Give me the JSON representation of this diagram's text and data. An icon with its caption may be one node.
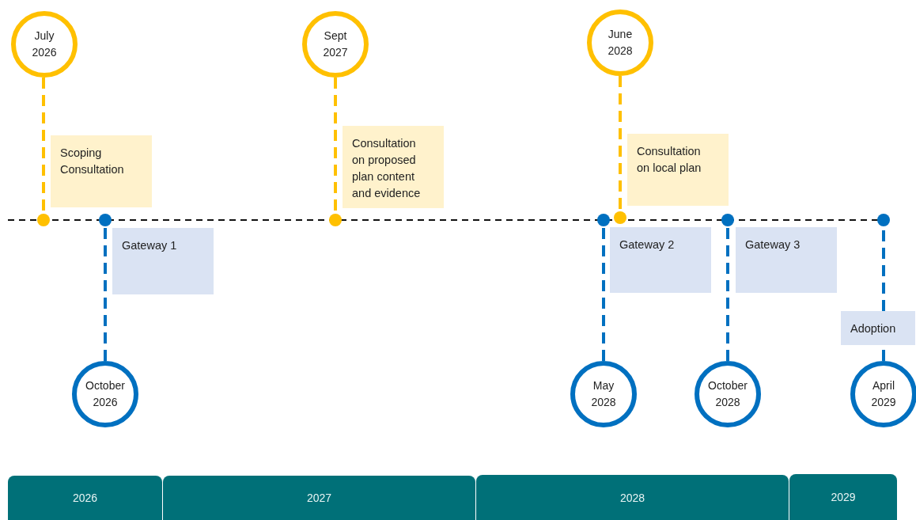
{
  "diagram": {
    "nodes": [
      {
        "text": [
          "July 2026"
        ]
      },
      {
        "text": [
          "Sept 2027"
        ]
      },
      {
        "text": [
          "June 2028"
        ]
      },
      {
        "text": [
          "Scoping Consultation"
        ]
      },
      {
        "text": [
          "Consultation on proposed plan content and evidence"
        ]
      },
      {
        "text": [
          "Consultation on local plan"
        ]
      },
      {
        "text": [],
        "shape": "circle"
      },
      {
        "text": [],
        "shape": "circle"
      },
      {
        "text": [],
        "shape": "circle"
      },
      {
        "text": [],
        "shape": "circle"
      },
      {
        "text": [],
        "shape": "circle"
      },
      {
        "text": [],
        "shape": "circle"
      },
      {
        "text": [],
        "shape": "circle"
      },
      {
        "text": [
          "Gateway 1"
        ]
      },
      {
        "text": [
          "Gateway 2"
        ]
      },
      {
        "text": [
          "Gateway 3"
        ]
      },
      {
        "text": [
          "Adoption"
        ]
      },
      {
        "text": [
          "October 2026"
        ]
      },
      {
        "text": [
          "May 2028"
        ]
      },
      {
        "text": [
          "October 2028"
        ]
      },
      {
        "text": [
          "April 2029"
        ]
      },
      {
        "text": [
          "2026"
        ]
      },
      {
        "text": [
          "2027"
        ]
      },
      {
        "text": [
          "2028"
        ]
      },
      {
        "text": [
          "2029"
        ]
      }
    ],
    "edges": [
      {
        "from": 0,
        "to": 6,
        "arrow": "none",
        "style": "dashed",
        "color": "#ffc000"
      },
      {
        "from": 17,
        "to": 7,
        "arrow": "none",
        "style": "dashed"
      },
      {
        "from": 1,
        "to": 8,
        "arrow": "none",
        "style": "dashed",
        "color": "#ffc000"
      },
      {
        "from": 18,
        "to": 9,
        "arrow": "none",
        "style": "dashed"
      },
      {
        "from": 2,
        "to": 10,
        "arrow": "none",
        "style": "dashed",
        "color": "#ffc000"
      },
      {
        "from": 19,
        "to": 11,
        "arrow": "none",
        "style": "dashed"
      },
      {
        "from": 20,
        "to": 16,
        "arrow": "none",
        "style": "dashed"
      },
      {
        "from": 16,
        "to": 12,
        "arrow": "none",
        "style": "dashed"
      }
    ]
  }
}
